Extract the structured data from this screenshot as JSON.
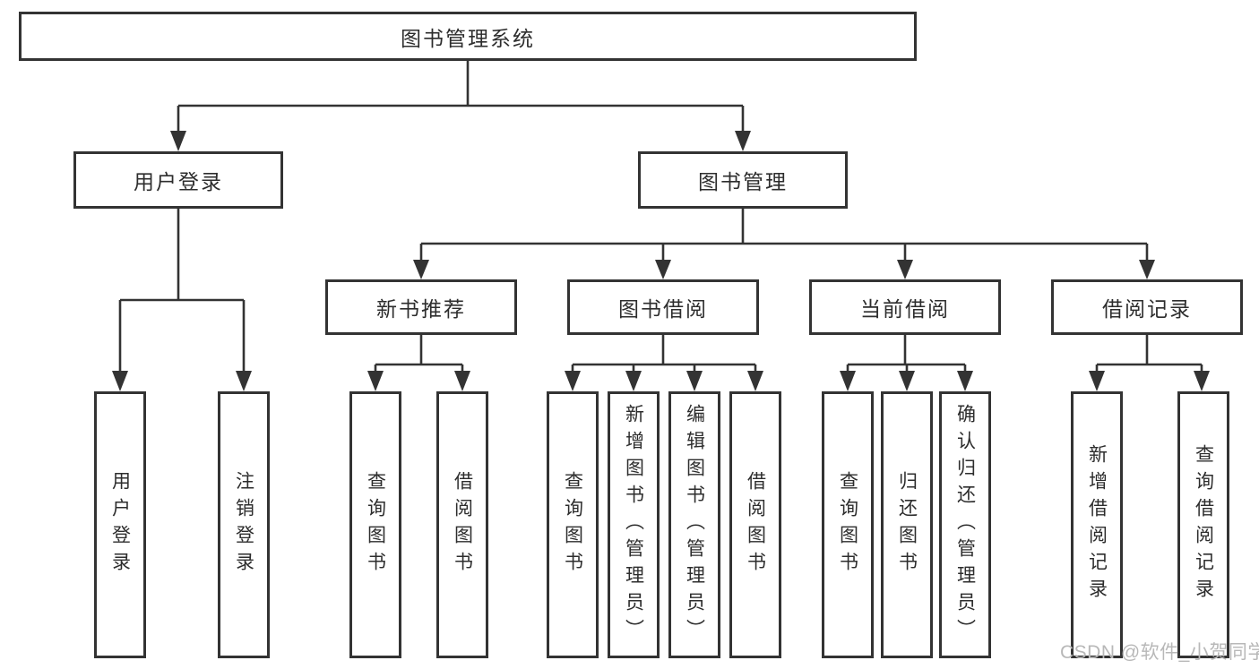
{
  "tree": {
    "root": {
      "label": "图书管理系统"
    },
    "branches": [
      {
        "label": "用户登录",
        "children": [
          {
            "label": "用户登录"
          },
          {
            "label": "注销登录"
          }
        ]
      },
      {
        "label": "图书管理",
        "children": [
          {
            "label": "新书推荐",
            "children": [
              {
                "label": "查询图书"
              },
              {
                "label": "借阅图书"
              }
            ]
          },
          {
            "label": "图书借阅",
            "children": [
              {
                "label": "查询图书"
              },
              {
                "label": "新增图书（管理员）"
              },
              {
                "label": "编辑图书（管理员）"
              },
              {
                "label": "借阅图书"
              }
            ]
          },
          {
            "label": "当前借阅",
            "children": [
              {
                "label": "查询图书"
              },
              {
                "label": "归还图书"
              },
              {
                "label": "确认归还（管理员）"
              }
            ]
          },
          {
            "label": "借阅记录",
            "children": [
              {
                "label": "新增借阅记录"
              },
              {
                "label": "查询借阅记录"
              }
            ]
          }
        ]
      }
    ]
  },
  "watermark": "CSDN @软件_小贺同学",
  "colors": {
    "line": "#333333",
    "box_border": "#333333",
    "text": "#2d2d2d",
    "watermark": "#b8b8b8",
    "background": "#ffffff"
  }
}
